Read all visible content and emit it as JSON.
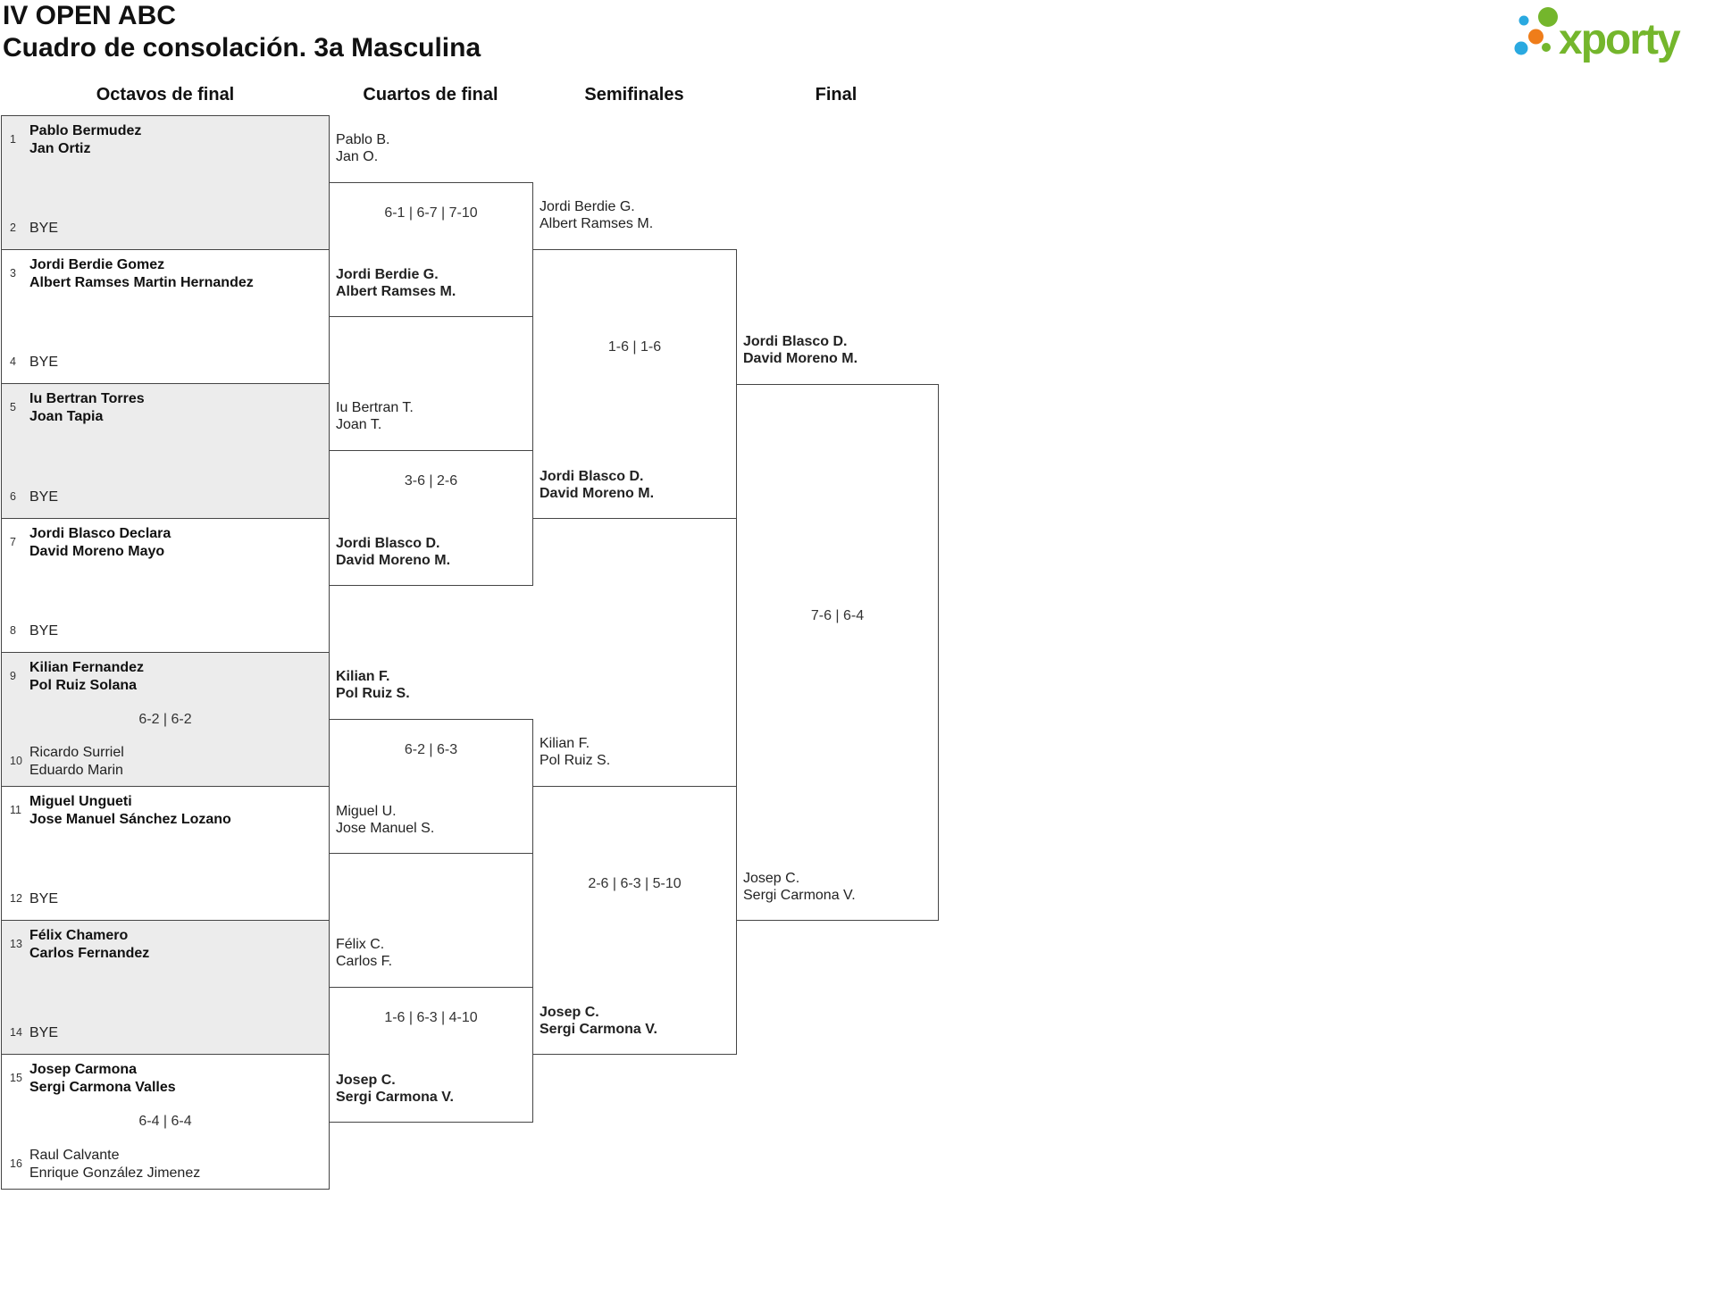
{
  "header": {
    "title": "IV OPEN ABC",
    "subtitle": "Cuadro de consolación. 3a Masculina"
  },
  "logo": {
    "brand": "xporty"
  },
  "rounds": [
    "Octavos de final",
    "Cuartos de final",
    "Semifinales",
    "Final"
  ],
  "colors": {
    "logo_green": "#74b62c",
    "logo_blue": "#2aa9e0",
    "logo_orange": "#ef7d1a",
    "slot_gray": "#ececec",
    "line": "#454545"
  },
  "r16": [
    {
      "seed_top": "1",
      "top": [
        "Pablo Bermudez",
        "Jan Ortiz"
      ],
      "score": "",
      "seed_bottom": "2",
      "bottom": [
        "BYE"
      ]
    },
    {
      "seed_top": "3",
      "top": [
        "Jordi Berdie Gomez",
        "Albert Ramses Martin Hernandez"
      ],
      "score": "",
      "seed_bottom": "4",
      "bottom": [
        "BYE"
      ]
    },
    {
      "seed_top": "5",
      "top": [
        "Iu Bertran Torres",
        "Joan Tapia"
      ],
      "score": "",
      "seed_bottom": "6",
      "bottom": [
        "BYE"
      ]
    },
    {
      "seed_top": "7",
      "top": [
        "Jordi Blasco Declara",
        "David Moreno Mayo"
      ],
      "score": "",
      "seed_bottom": "8",
      "bottom": [
        "BYE"
      ]
    },
    {
      "seed_top": "9",
      "top": [
        "Kilian Fernandez",
        "Pol Ruiz Solana"
      ],
      "score": "6-2 | 6-2",
      "seed_bottom": "10",
      "bottom": [
        "Ricardo Surriel",
        "Eduardo Marin"
      ]
    },
    {
      "seed_top": "11",
      "top": [
        "Miguel Ungueti",
        "Jose Manuel Sánchez Lozano"
      ],
      "score": "",
      "seed_bottom": "12",
      "bottom": [
        "BYE"
      ]
    },
    {
      "seed_top": "13",
      "top": [
        "Félix Chamero",
        "Carlos Fernandez"
      ],
      "score": "",
      "seed_bottom": "14",
      "bottom": [
        "BYE"
      ]
    },
    {
      "seed_top": "15",
      "top": [
        "Josep Carmona",
        "Sergi Carmona Valles"
      ],
      "score": "6-4 | 6-4",
      "seed_bottom": "16",
      "bottom": [
        "Raul Calvante",
        "Enrique González Jimenez"
      ]
    }
  ],
  "qf": [
    {
      "p1": [
        "Pablo B.",
        "Jan O."
      ],
      "score": "6-1 | 6-7 | 7-10",
      "p2": [
        "Jordi Berdie G.",
        "Albert Ramses M."
      ],
      "winner": "p2"
    },
    {
      "p1": [
        "Iu Bertran T.",
        "Joan T."
      ],
      "score": "3-6 | 2-6",
      "p2": [
        "Jordi Blasco D.",
        "David Moreno M."
      ],
      "winner": "p2"
    },
    {
      "p1": [
        "Kilian F.",
        "Pol Ruiz S."
      ],
      "score": "6-2 | 6-3",
      "p2": [
        "Miguel U.",
        "Jose Manuel S."
      ],
      "winner": "p1"
    },
    {
      "p1": [
        "Félix C.",
        "Carlos F."
      ],
      "score": "1-6 | 6-3 | 4-10",
      "p2": [
        "Josep C.",
        "Sergi Carmona V."
      ],
      "winner": "p2"
    }
  ],
  "sf": [
    {
      "p1": [
        "Jordi Berdie G.",
        "Albert Ramses M."
      ],
      "score": "1-6 | 1-6",
      "p2": [
        "Jordi Blasco D.",
        "David Moreno M."
      ],
      "winner": "p2"
    },
    {
      "p1": [
        "Kilian F.",
        "Pol Ruiz S."
      ],
      "score": "2-6 | 6-3 | 5-10",
      "p2": [
        "Josep C.",
        "Sergi Carmona V."
      ],
      "winner": "p2"
    }
  ],
  "final": {
    "p1": [
      "Jordi Blasco D.",
      "David Moreno M."
    ],
    "score": "7-6 | 6-4",
    "p2": [
      "Josep C.",
      "Sergi Carmona V."
    ],
    "winner": "p1"
  }
}
